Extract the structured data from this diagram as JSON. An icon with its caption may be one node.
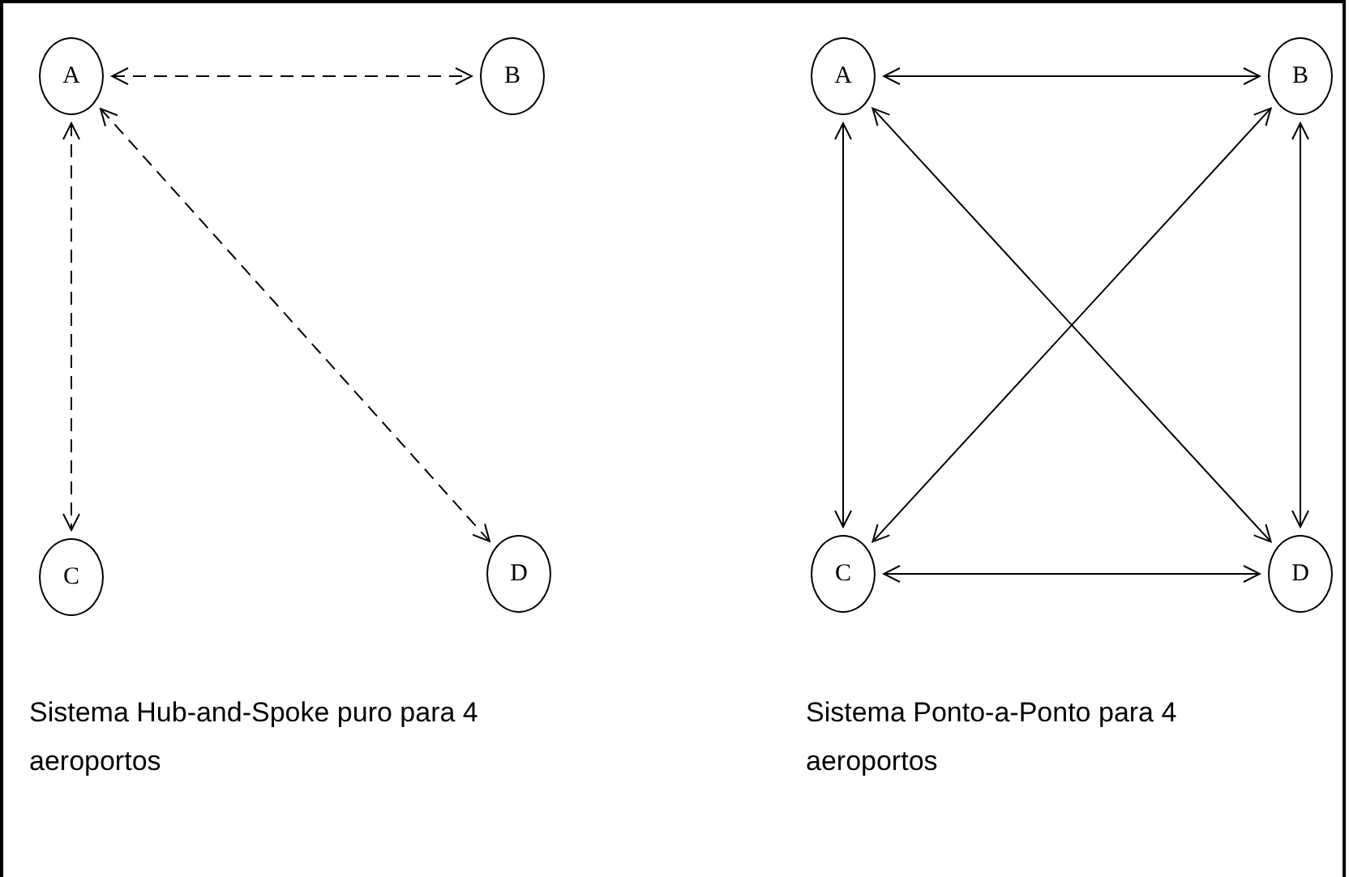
{
  "diagram": {
    "nodes": [
      {
        "text": [
          "A"
        ]
      },
      {
        "text": [
          "B"
        ]
      },
      {
        "text": [
          "C"
        ]
      },
      {
        "text": [
          "D"
        ]
      },
      {
        "text": [
          "A"
        ]
      },
      {
        "text": [
          "B"
        ]
      },
      {
        "text": [
          "C"
        ]
      },
      {
        "text": [
          "D"
        ]
      }
    ],
    "edges": [
      {
        "from": 0,
        "to": 1,
        "arrow": "both",
        "style": "dashed"
      },
      {
        "from": 0,
        "to": 2,
        "arrow": "both",
        "style": "dashed"
      },
      {
        "from": 0,
        "to": 3,
        "arrow": "both",
        "style": "dashed"
      },
      {
        "from": 4,
        "to": 5,
        "arrow": "both"
      },
      {
        "from": 4,
        "to": 6,
        "arrow": "both"
      },
      {
        "from": 4,
        "to": 7,
        "arrow": "both"
      },
      {
        "from": 5,
        "to": 6,
        "arrow": "both"
      },
      {
        "from": 5,
        "to": 7,
        "arrow": "both"
      },
      {
        "from": 6,
        "to": 7,
        "arrow": "both"
      }
    ],
    "labels": [
      "Sistema Hub-and-Spoke puro para 4 aeroportos",
      "Sistema Ponto-a-Ponto para 4 aeroportos"
    ]
  }
}
